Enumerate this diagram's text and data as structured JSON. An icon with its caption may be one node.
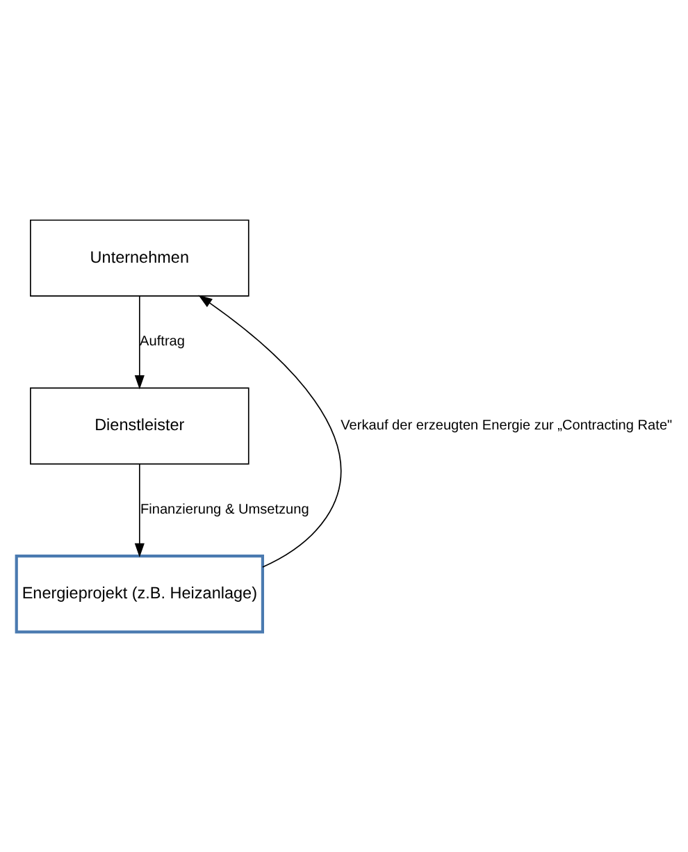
{
  "diagram": {
    "nodes": [
      {
        "text": [
          "Unternehmen"
        ]
      },
      {
        "text": [
          "Dienstleister"
        ]
      },
      {
        "text": [
          "Energieprojekt (z.B. Heizanlage)"
        ]
      }
    ],
    "edges": [
      {
        "from": 0,
        "to": 1,
        "arrow": "to",
        "label": "Auftrag"
      },
      {
        "from": 1,
        "to": 2,
        "arrow": "to",
        "label": "Finanzierung & Umsetzung"
      },
      {
        "from": 2,
        "to": 0,
        "arrow": "to",
        "label": "Verkauf der erzeugten Energie zur „Contracting Rate\""
      }
    ]
  }
}
